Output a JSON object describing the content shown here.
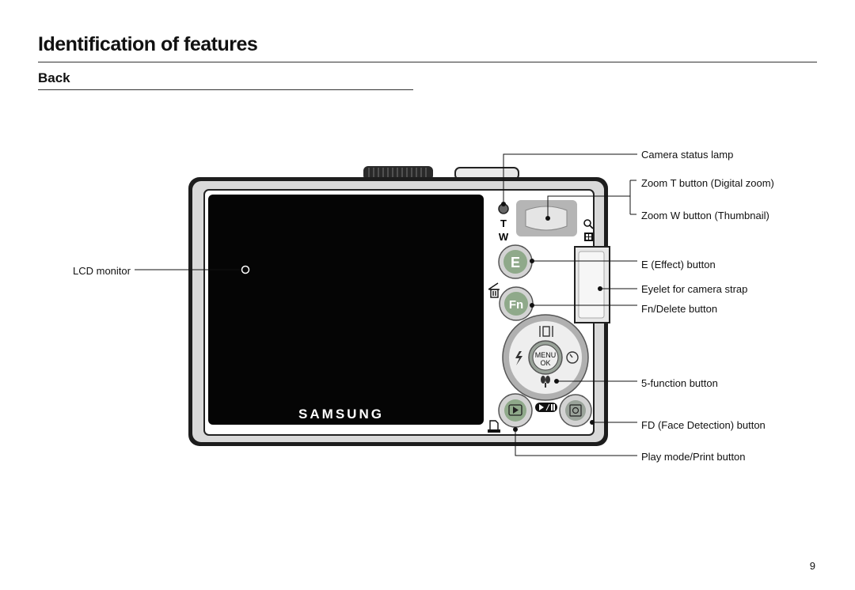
{
  "header": {
    "title": "Identification of features",
    "section": "Back"
  },
  "camera": {
    "brand": "SAMSUNG",
    "controls": {
      "zoom_tele": "T",
      "zoom_wide": "W",
      "effect_button": "E",
      "fn_button": "Fn",
      "menu_line1": "MENU",
      "menu_line2": "OK"
    }
  },
  "callouts": {
    "camera_status_lamp": "Camera status lamp",
    "zoom_t": "Zoom T button (Digital zoom)",
    "zoom_w": "Zoom W button (Thumbnail)",
    "effect": "E (Effect) button",
    "eyelet": "Eyelet for camera strap",
    "fn_delete": "Fn/Delete button",
    "five_function": "5-function button",
    "fd": "FD (Face Detection) button",
    "play_print": "Play mode/Print button",
    "lcd": "LCD monitor"
  },
  "footer": {
    "page_number": "9"
  },
  "colors": {
    "body_gray": "#d8d8d8",
    "lcd_black": "#050505",
    "button_green": "#8fa98a",
    "ring_gray": "#9aa39a"
  }
}
